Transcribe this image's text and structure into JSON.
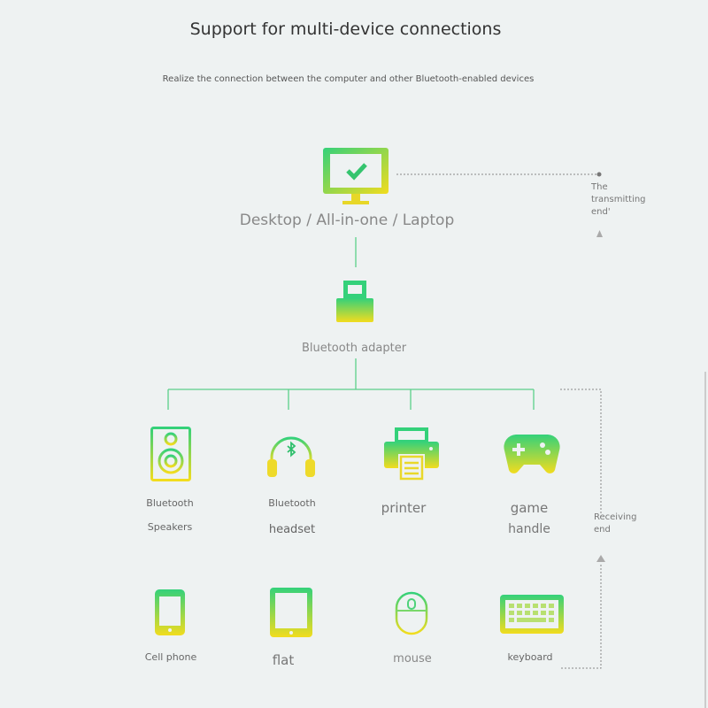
{
  "header": {
    "title": "Support for multi-device connections",
    "subtitle": "Realize the connection between the computer and other Bluetooth-enabled devices"
  },
  "computer": {
    "label": "Desktop / All-in-one / Laptop",
    "icon": "monitor-check-icon"
  },
  "adapter": {
    "label": "Bluetooth adapter",
    "icon": "usb-adapter-icon"
  },
  "side": {
    "transmitting": [
      "The",
      "transmitting",
      "end'"
    ],
    "receiving": [
      "Receiving",
      "end"
    ]
  },
  "devices_row1": [
    {
      "line1": "Bluetooth",
      "line2": "Speakers",
      "icon": "speaker-icon"
    },
    {
      "line1": "Bluetooth",
      "line2": "headset",
      "icon": "headset-icon"
    },
    {
      "line1": "printer",
      "line2": "",
      "icon": "printer-icon"
    },
    {
      "line1": "game",
      "line2": "handle",
      "icon": "gamepad-icon"
    }
  ],
  "devices_row2": [
    {
      "label": "Cell phone",
      "icon": "phone-icon"
    },
    {
      "label": "flat",
      "icon": "tablet-icon"
    },
    {
      "label": "mouse",
      "icon": "mouse-icon"
    },
    {
      "label": "keyboard",
      "icon": "keyboard-icon"
    }
  ],
  "colors": {
    "gradient_top": "#34d17a",
    "gradient_bottom": "#f2dc1e",
    "line": "#5bd08a",
    "dotted": "#888888"
  }
}
